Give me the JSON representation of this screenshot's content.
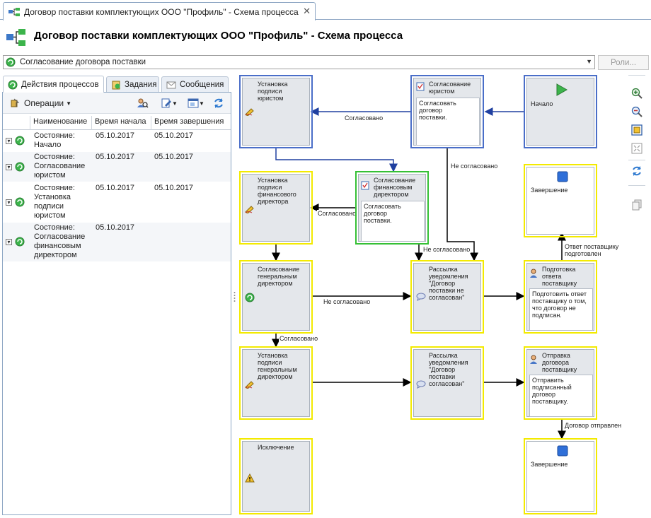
{
  "window": {
    "tab_title": "Договор поставки комплектующих ООО \"Профиль\" - Схема процесса",
    "close_glyph": "✕"
  },
  "header": {
    "title": "Договор поставки комплектующих ООО \"Профиль\" - Схема процесса",
    "icon": "process-scheme-icon"
  },
  "route": {
    "value": "Согласование договора поставки",
    "roles_button": "Роли..."
  },
  "left_tabs": [
    {
      "label": "Действия процессов",
      "icon": "process-actions-icon",
      "active": true
    },
    {
      "label": "Задания",
      "icon": "tasks-icon",
      "active": false
    },
    {
      "label": "Сообщения",
      "icon": "messages-icon",
      "active": false
    }
  ],
  "operations": {
    "label": "Операции"
  },
  "table": {
    "columns": [
      "Наименование",
      "Время начала",
      "Время завершения"
    ],
    "rows": [
      {
        "name": "Состояние:\nНачало",
        "start": "05.10.2017",
        "end": "05.10.2017"
      },
      {
        "name": "Состояние:\nСогласование\nюристом",
        "start": "05.10.2017",
        "end": "05.10.2017"
      },
      {
        "name": "Состояние:\nУстановка\nподписи\nюристом",
        "start": "05.10.2017",
        "end": "05.10.2017"
      },
      {
        "name": "Состояние:\nСогласование\nфинансовым\nдиректором",
        "start": "05.10.2017",
        "end": ""
      }
    ]
  },
  "diagram": {
    "blocks": {
      "sign_lawyer": {
        "label": "Установка\nподписи\nюристом"
      },
      "approve_lawyer": {
        "label": "Согласование\nюристом",
        "desc": "Согласовать договор\nпоставки."
      },
      "start": {
        "label": "Начало"
      },
      "sign_fin": {
        "label": "Установка\nподписи\nфинансового\nдиректора"
      },
      "approve_fin": {
        "label": "Согласование\nфинансовым\nдиректором",
        "desc": "Согласовать договор\nпоставки."
      },
      "finish_top": {
        "label": "Завершение"
      },
      "approve_gen": {
        "label": "Согласование\nгенеральным\nдиректором"
      },
      "notify_rejected": {
        "label": "Рассылка\nуведомления\n\"Договор\nпоставки не\nсогласован\""
      },
      "prepare_reply": {
        "label": "Подготовка\nответа\nпоставщику",
        "desc": "Подготовить ответ\nпоставщику о том,\nчто договор не\nподписан."
      },
      "sign_gen": {
        "label": "Установка\nподписи\nгенеральным\nдиректором"
      },
      "notify_approved": {
        "label": "Рассылка\nуведомления\n\"Договор\nпоставки согласован\""
      },
      "send_contract": {
        "label": "Отправка\nдоговора\nпоставщику",
        "desc": "Отправить\nподписанный\nдоговор поставщику."
      },
      "exception": {
        "label": "Исключение"
      },
      "finish_bottom": {
        "label": "Завершение"
      }
    },
    "edges": {
      "approved": "Согласовано",
      "not_approved": "Не согласовано",
      "reply_ready": "Ответ поставщику\nподготовлен",
      "contract_sent": "Договор отправлен"
    }
  }
}
